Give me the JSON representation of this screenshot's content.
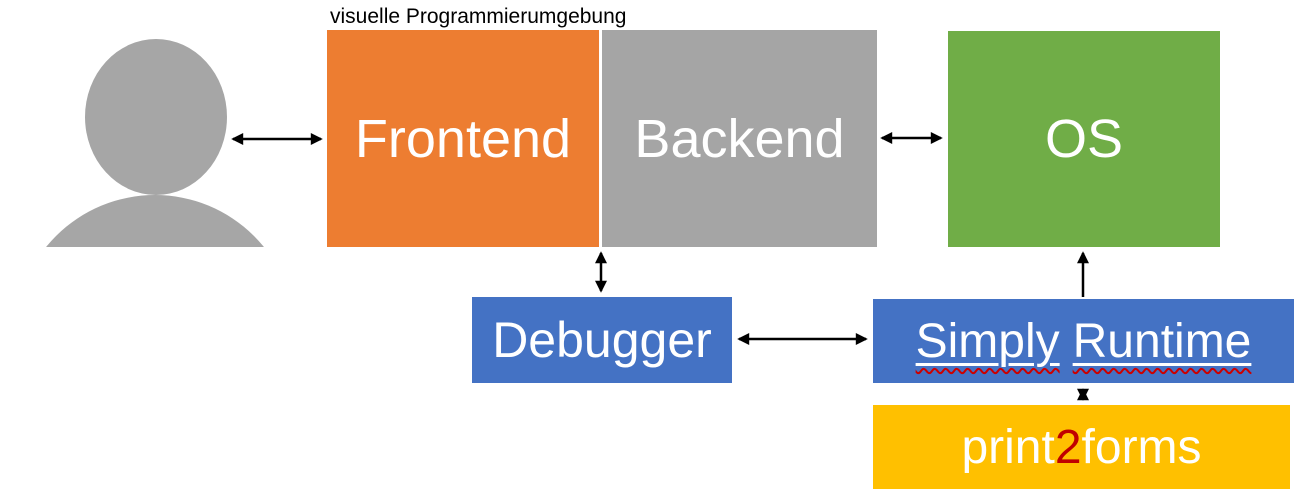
{
  "title": "visuelle Programmierumgebung",
  "person": {
    "icon": "person-silhouette-icon",
    "color": "#A6A6A6",
    "role": "user"
  },
  "nodes": {
    "frontend": {
      "label": "Frontend",
      "color": "#ED7D31",
      "text_color": "#FFFFFF"
    },
    "backend": {
      "label": "Backend",
      "color": "#A5A5A5",
      "text_color": "#FFFFFF"
    },
    "os": {
      "label": "OS",
      "color": "#70AD47",
      "text_color": "#FFFFFF"
    },
    "debugger": {
      "label": "Debugger",
      "color": "#4472C4",
      "text_color": "#FFFFFF"
    },
    "simply_runtime": {
      "word1": "Simply",
      "word2": "Runtime",
      "color": "#4472C4",
      "text_color": "#FFFFFF",
      "underline_color": "#FFFFFF",
      "spellcheck_squiggle_color": "#CC0000"
    },
    "print2forms": {
      "part1": "print",
      "part2": "2",
      "part3": "forms",
      "color": "#FFC000",
      "text_color": "#FFFFFF",
      "accent_color": "#C00000"
    }
  },
  "connections": [
    {
      "from": "user",
      "to": "frontend",
      "arrows": "both"
    },
    {
      "from": "backend",
      "to": "os",
      "arrows": "both"
    },
    {
      "from": "frontend-backend",
      "to": "debugger",
      "arrows": "both"
    },
    {
      "from": "debugger",
      "to": "simply-runtime",
      "arrows": "both"
    },
    {
      "from": "simply-runtime",
      "to": "os",
      "arrows": "to"
    },
    {
      "from": "simply-runtime",
      "to": "print2forms",
      "arrows": "both"
    }
  ]
}
